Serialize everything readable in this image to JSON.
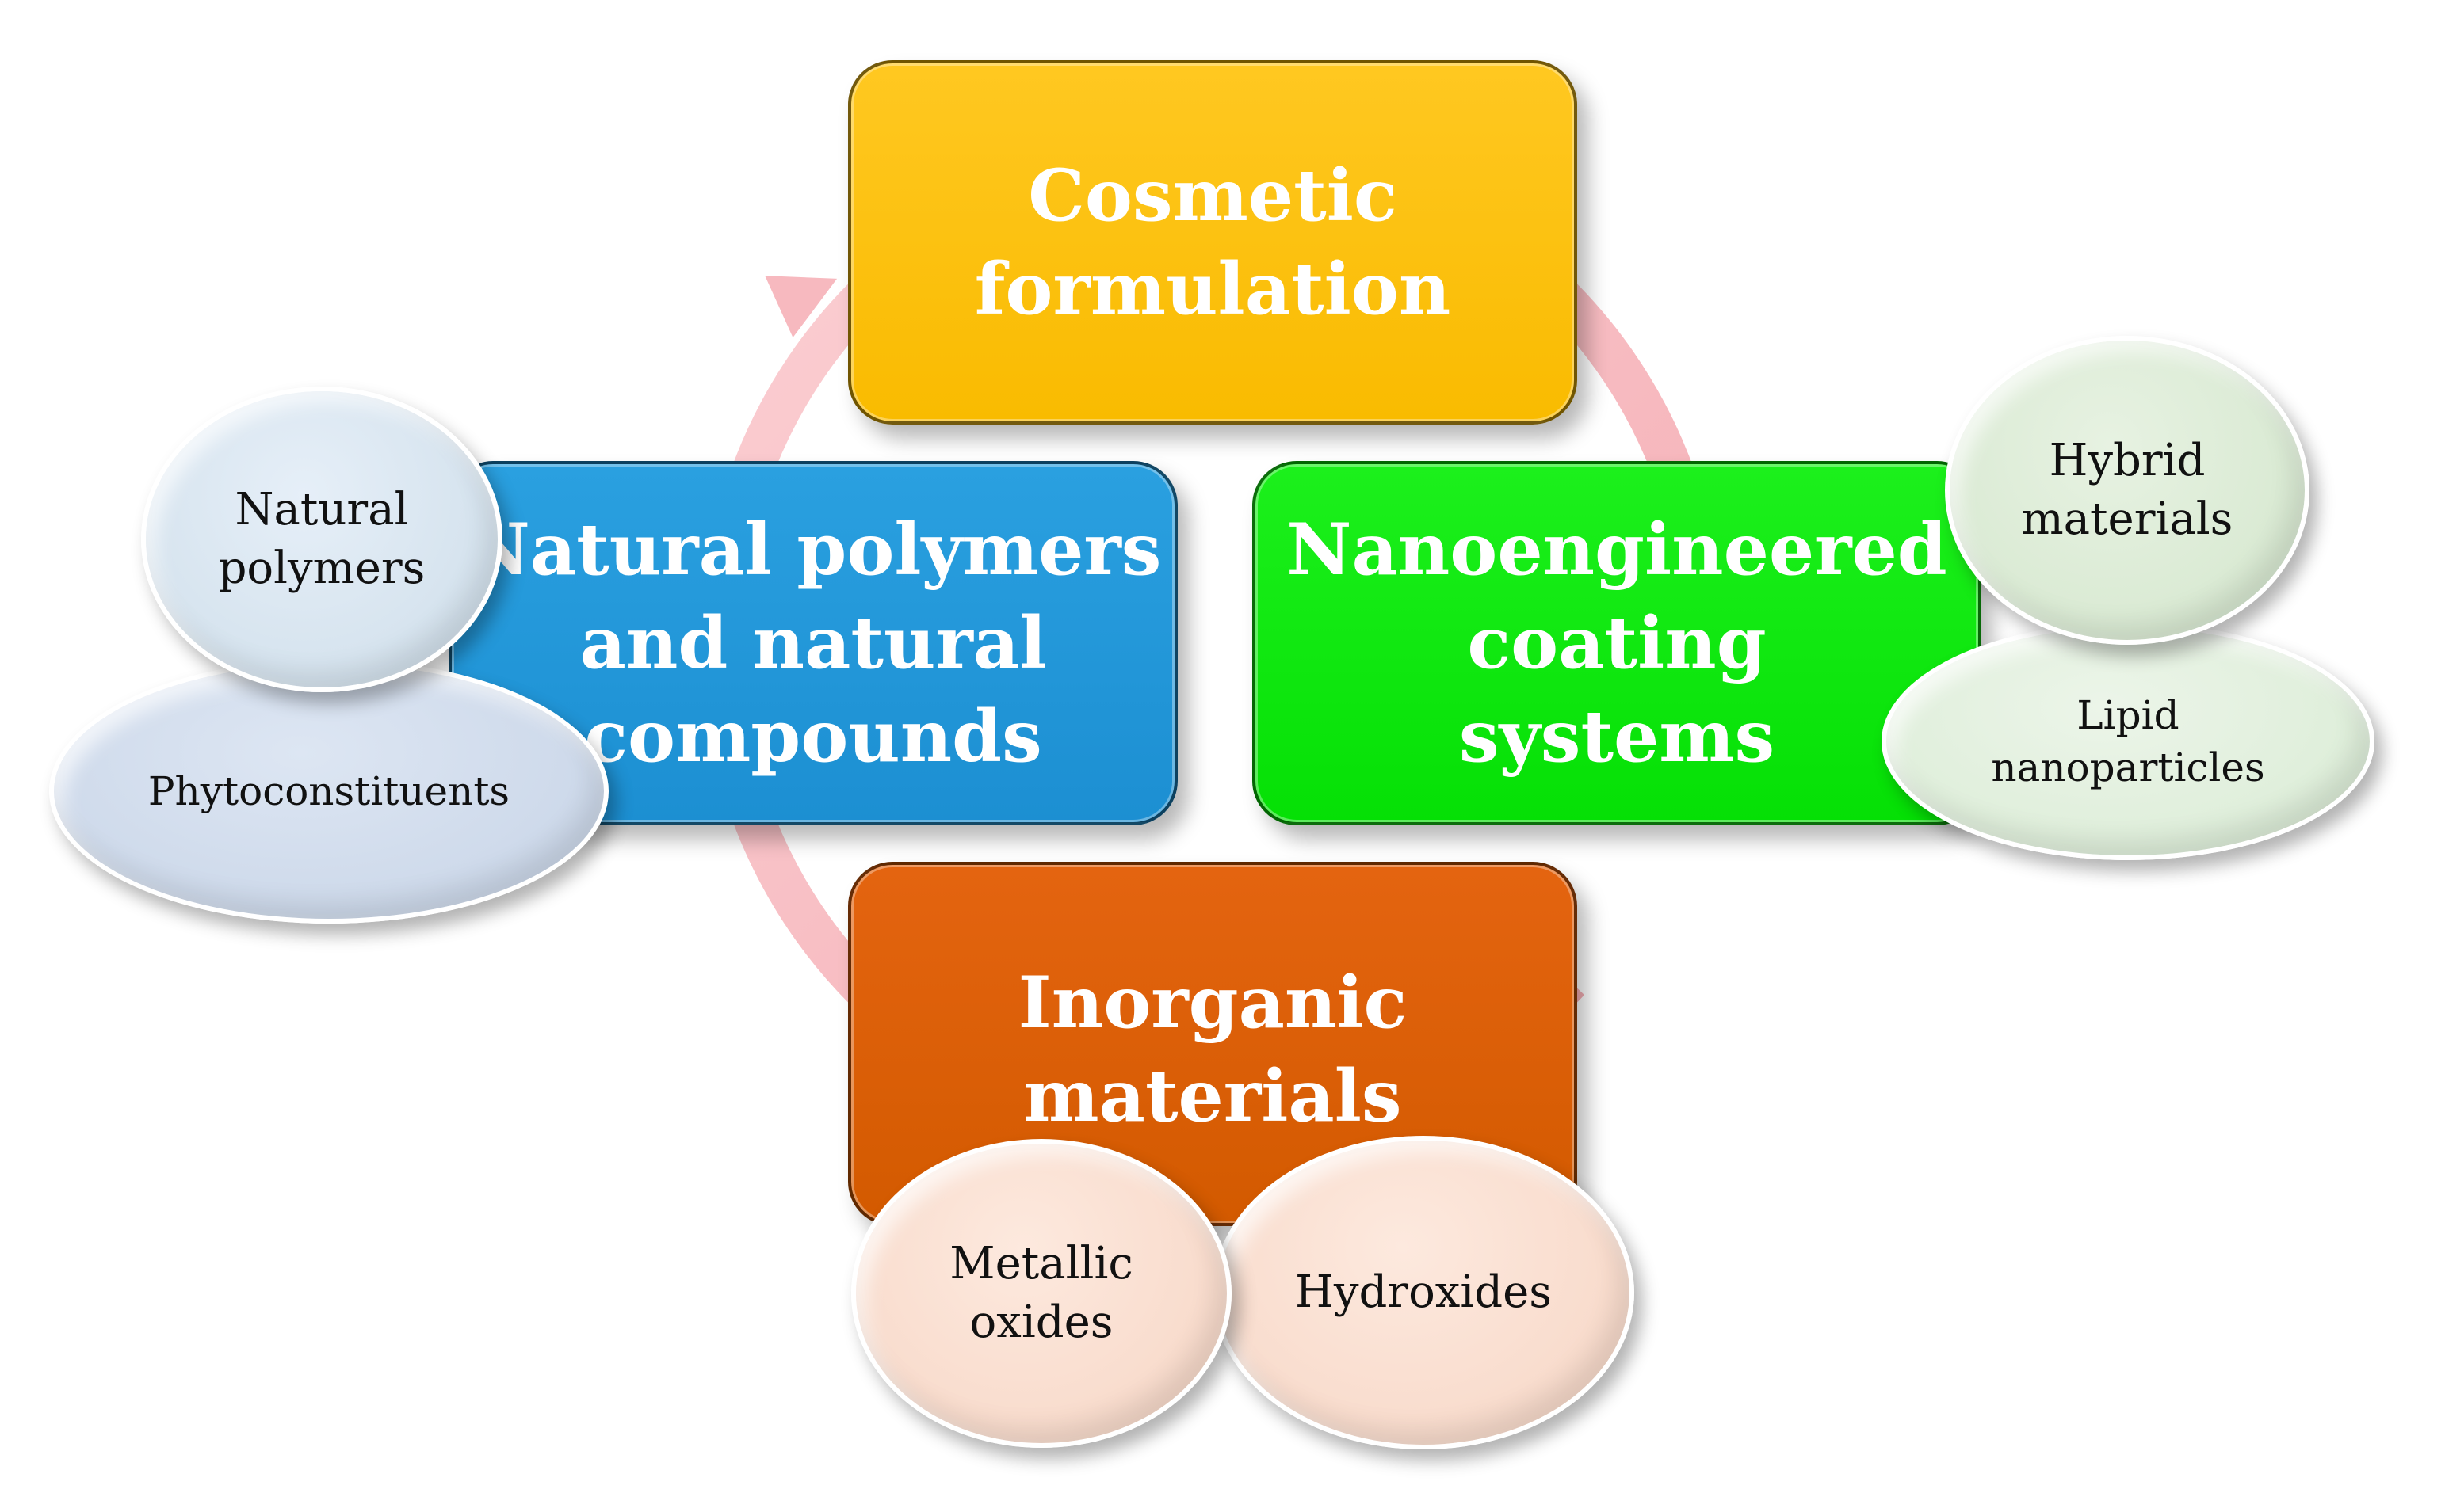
{
  "boxes": {
    "cosmetic": "Cosmetic\nformulation",
    "natural": "Natural polymers\nand natural\ncompounds",
    "nano": "Nanoengineered\ncoating\nsystems",
    "inorganic": "Inorganic\nmaterials"
  },
  "ellipses": {
    "natural_polymers": "Natural\npolymers",
    "phytoconstituents": "Phytoconstituents",
    "hybrid": "Hybrid\nmaterials",
    "lipid": "Lipid\nnanoparticles",
    "metallic": "Metallic\noxides",
    "hydroxides": "Hydroxides"
  },
  "colors": {
    "cosmetic": "#f9bb00",
    "natural": "#1c8fd2",
    "nano": "#05e005",
    "inorganic": "#d35a00",
    "cycle_arrow": "#f7b9bf"
  }
}
